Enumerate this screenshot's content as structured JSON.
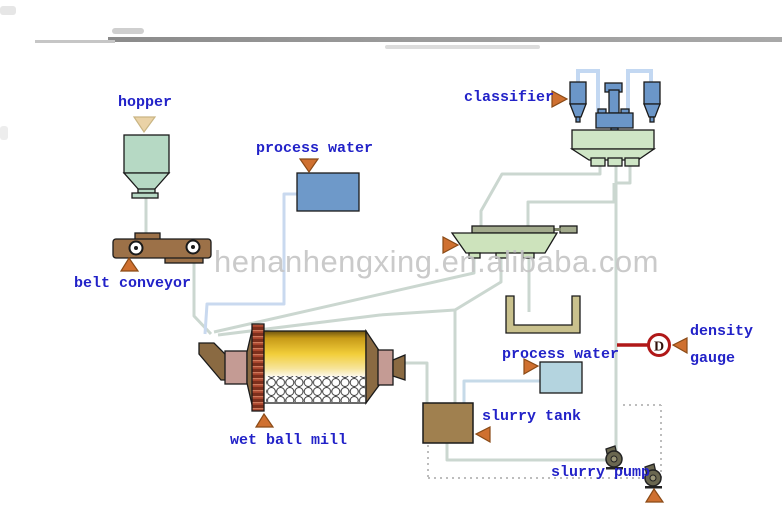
{
  "watermark": "henanhengxing.en.alibaba.com",
  "labels": {
    "hopper": "hopper",
    "process_water_top": "process water",
    "classifier": "classifier",
    "belt_conveyor": "belt conveyor",
    "wet_ball_mill": "wet ball mill",
    "process_water_bottom": "process water",
    "slurry_tank": "slurry tank",
    "density_line1": "density",
    "density_line2": "gauge",
    "slurry_pump": "slurry pump",
    "density_symbol": "D"
  },
  "colors": {
    "label_text": "#2222c8",
    "arrow_orange": "#cf7030",
    "arrow_tan": "#ead2a6",
    "pipe_gray": "#cbd7d0",
    "pipe_blue": "#c9d9ef",
    "pipe_blue_light": "#c6dae8",
    "hopper_fill": "#b6d9c4",
    "conveyor_fill": "#9c7148",
    "process_water_top_fill": "#6e99c9",
    "process_water_bottom_fill": "#b4d4df",
    "cyclone_fill": "#6b96c8",
    "classifier_tank_fill": "#cfe6c6",
    "feed_tank_fill": "#cde3bc",
    "launder_fill": "#c9c18d",
    "mill_gold": "#f2ce3a",
    "mill_brown": "#8a6a42",
    "bearing_pink": "#c49b94",
    "gear_red": "#a8442c",
    "slurry_tank_fill": "#a0804f",
    "pump_fill": "#6a6750",
    "density_red": "#b01818",
    "watermark_color": "#c5c5c5",
    "dotted_gray": "#bdbdbd"
  }
}
